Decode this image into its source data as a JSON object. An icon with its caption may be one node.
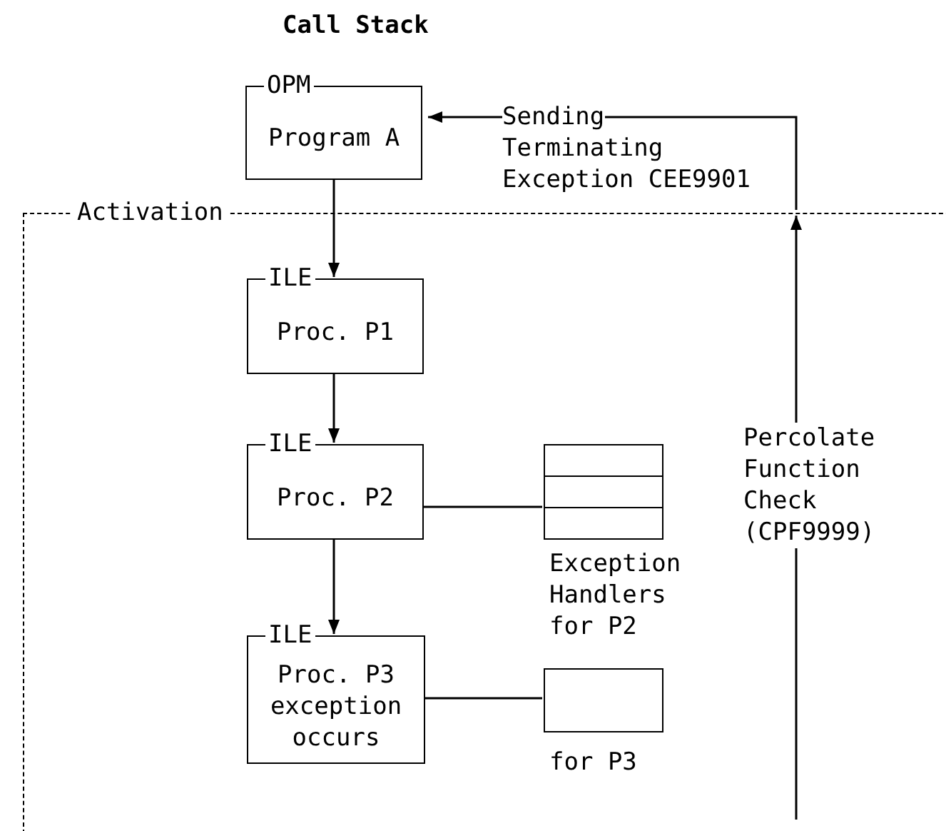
{
  "diagram": {
    "title": "Call Stack",
    "nodes": [
      {
        "text": [
          "OPM",
          "Program A"
        ]
      },
      {
        "text": [
          "Activation"
        ]
      },
      {
        "text": [
          "ILE",
          "Proc. P1"
        ],
        "in": 1
      },
      {
        "text": [
          "ILE",
          "Proc. P2"
        ],
        "in": 1
      },
      {
        "text": [
          "ILE",
          "Proc. P3 exception occurs"
        ],
        "in": 1
      },
      {
        "text": [],
        "shape": "box",
        "beside": [
          "Exception Handlers for P2"
        ],
        "in": 1
      },
      {
        "text": [],
        "shape": "box",
        "beside": [
          "for P3"
        ],
        "in": 1
      }
    ],
    "edges": [
      {
        "from": 0,
        "to": 2,
        "arrow": "to"
      },
      {
        "from": 2,
        "to": 3,
        "arrow": "to"
      },
      {
        "from": 3,
        "to": 4,
        "arrow": "to"
      },
      {
        "from": 3,
        "to": 5,
        "arrow": "none"
      },
      {
        "from": 4,
        "to": 6,
        "arrow": "none"
      },
      {
        "from": 1,
        "to": 0,
        "arrow": "to",
        "label": "Sending Terminating Exception CEE9901"
      },
      {
        "from": null,
        "to": 1,
        "arrow": "to",
        "label": "Percolate Function Check (CPF9999)"
      }
    ]
  }
}
